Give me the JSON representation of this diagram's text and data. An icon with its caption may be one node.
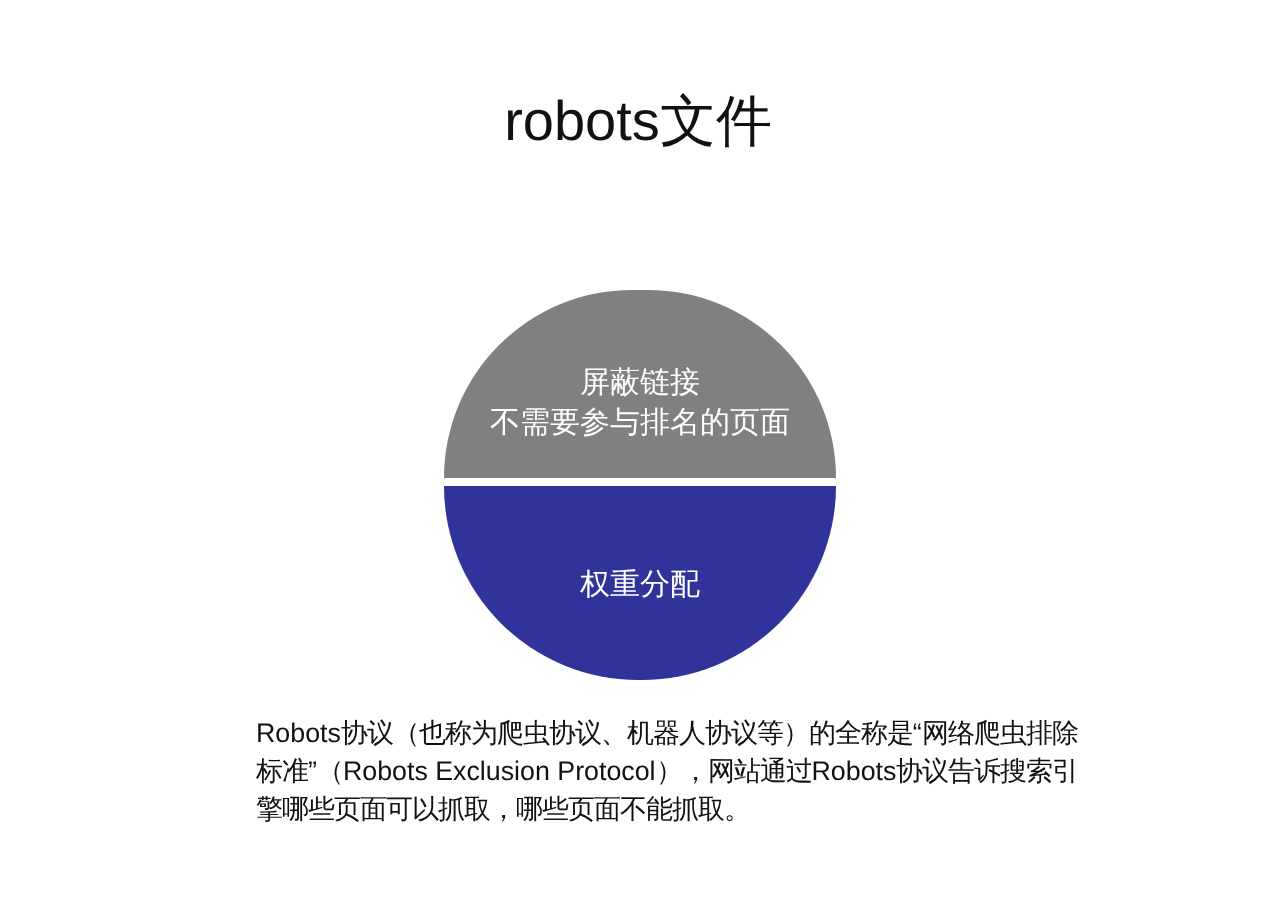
{
  "diagram": {
    "title": "robots文件",
    "nodes": [
      {
        "text": [
          "屏蔽链接",
          "不需要参与排名的页面"
        ]
      },
      {
        "text": [
          "权重分配"
        ]
      }
    ],
    "labels": [
      "Robots协议（也称为爬虫协议、机器人协议等）的全称是“网络爬虫排除标准”（Robots Exclusion Protocol），网站通过Robots协议告诉搜索引擎哪些页面可以抓取，哪些页面不能抓取。"
    ]
  }
}
